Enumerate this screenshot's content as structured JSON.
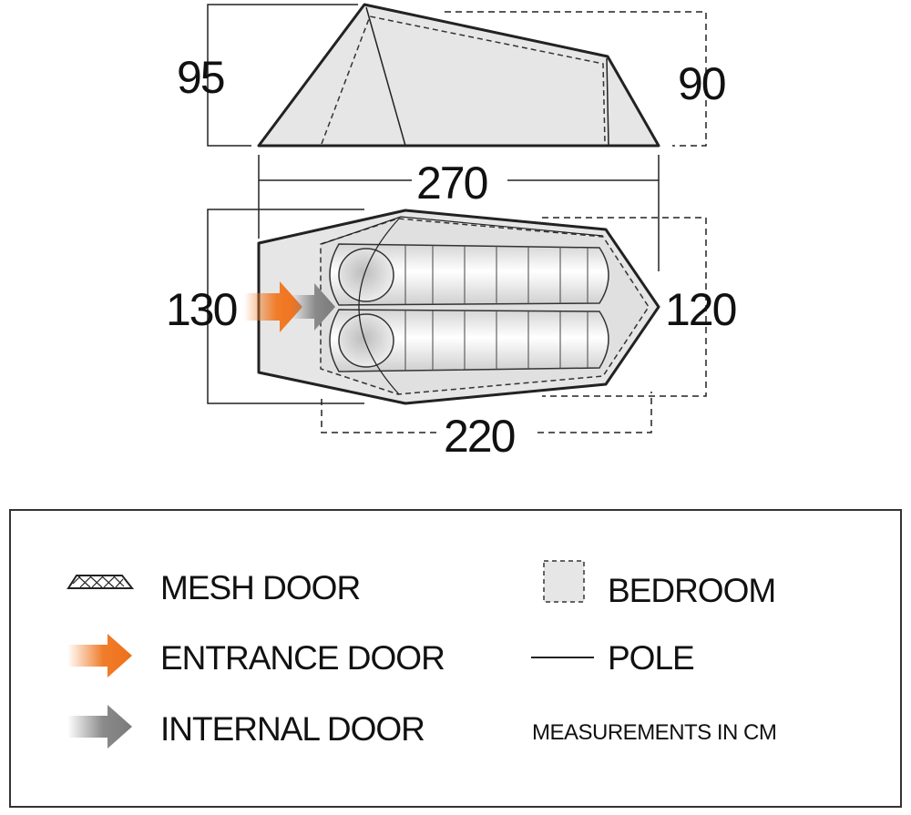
{
  "dimensions": {
    "peak_height": "95",
    "rear_height": "90",
    "overall_length": "270",
    "front_width": "130",
    "rear_width": "120",
    "bedroom_length": "220"
  },
  "legend": {
    "mesh_door": "MESH DOOR",
    "entrance_door": "ENTRANCE DOOR",
    "internal_door": "INTERNAL DOOR",
    "bedroom": "BEDROOM",
    "pole": "POLE",
    "measurements_note": "MEASUREMENTS IN CM"
  },
  "colors": {
    "entrance_arrow": "#f07d2a",
    "internal_arrow": "#8a8a8a",
    "tent_fill": "#e6e6e6",
    "outline": "#222222"
  }
}
